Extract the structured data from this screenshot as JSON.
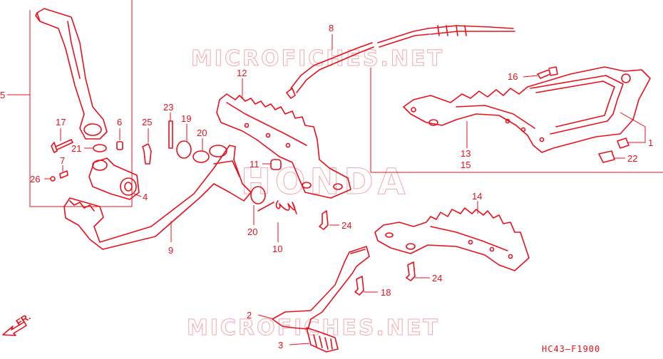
{
  "watermarks": {
    "top": "MICROFICHES.NET",
    "center": "HONDA",
    "bottom": "MICROFICHES.NET"
  },
  "diagram_code": "HC43—F1900",
  "direction_label": "FR.",
  "callouts": {
    "p1": "1",
    "p2": "2",
    "p3": "3",
    "p4": "4",
    "p5": "5",
    "p6": "6",
    "p7": "7",
    "p8": "8",
    "p9": "9",
    "p10": "10",
    "p11": "11",
    "p12": "12",
    "p13": "13",
    "p14": "14",
    "p15": "15",
    "p16": "16",
    "p17": "17",
    "p18": "18",
    "p19": "19",
    "p20a": "20",
    "p20b": "20",
    "p21": "21",
    "p22": "22",
    "p23": "23",
    "p24a": "24",
    "p24b": "24",
    "p25": "25",
    "p26": "26"
  },
  "colors": {
    "line": "#e8101c",
    "watermark": "#f3a9ae",
    "background": "#ffffff"
  }
}
